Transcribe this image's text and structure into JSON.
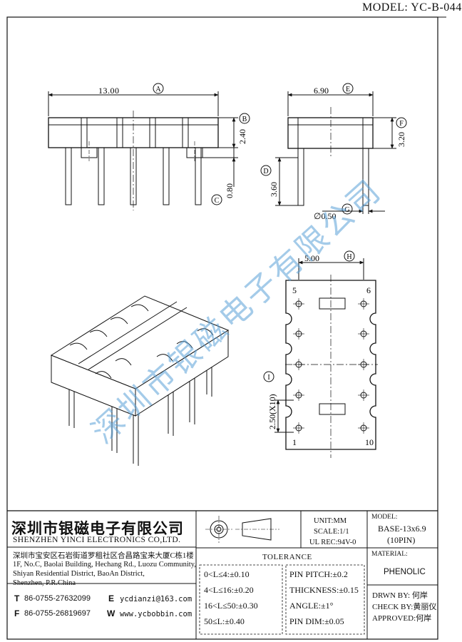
{
  "model": "MODEL: YC-B-044",
  "dims": {
    "a": {
      "value": "13.00",
      "letter": "A"
    },
    "b": {
      "value": "2.40",
      "letter": "B"
    },
    "c": {
      "value": "0.80",
      "letter": "C"
    },
    "d": {
      "value": "3.60",
      "letter": "D"
    },
    "e": {
      "value": "6.90",
      "letter": "E"
    },
    "f": {
      "value": "3.20",
      "letter": "F"
    },
    "g": {
      "value": "∅0.50",
      "letter": "G"
    },
    "h": {
      "value": "5.00",
      "letter": "H"
    },
    "i": {
      "value": "2.50(X10)",
      "letter": "I"
    }
  },
  "pins": {
    "p1": "1",
    "p5": "5",
    "p6": "6",
    "p10": "10"
  },
  "watermark": "深圳市银磁电子有限公司",
  "company": {
    "name_cn": "深圳市银磁电子有限公司",
    "name_en": "SHENZHEN YINCI ELECTRONICS CO,LTD.",
    "address_cn": "深圳市宝安区石岩街道罗租社区合昌路宝来大厦C栋1楼",
    "address_en_1": "1F, No.C, Baolai Building, Hechang Rd., Luozu Community,",
    "address_en_2": "Shiyan Residential District, BaoAn District,",
    "address_en_3": "Shenzhen, P.R.China",
    "tel_label": "T",
    "tel": "86-0755-27632099",
    "fax_label": "F",
    "fax": "86-0755-26819697",
    "email_label": "E",
    "email": "ycdianzi@163.com",
    "web_label": "W",
    "web": "www.ycbobbin.com"
  },
  "specs": {
    "unit": "UNIT:MM",
    "scale": "SCALE:1/1",
    "ul": "UL REC:94V-0",
    "model_label": "MODEL:",
    "model_value": "BASE-13x6.9",
    "pin_count": "(10PIN)",
    "material_label": "MATERIAL:",
    "material_value": "PHENOLIC",
    "drawn_by": "DRWN BY: 何岸",
    "check_by": "CHECK BY:黄丽仪",
    "approved": "APPROVED:何岸"
  },
  "tolerance": {
    "title": "TOLERANCE",
    "left": [
      "0<L≤4:±0.10",
      "4<L≤16:±0.20",
      "16<L≤50:±0.30",
      "50≤L:±0.40"
    ],
    "right": [
      "PIN PITCH:±0.2",
      "THICKNESS:±0.15",
      "ANGLE:±1°",
      "PIN DIM:±0.05"
    ]
  }
}
